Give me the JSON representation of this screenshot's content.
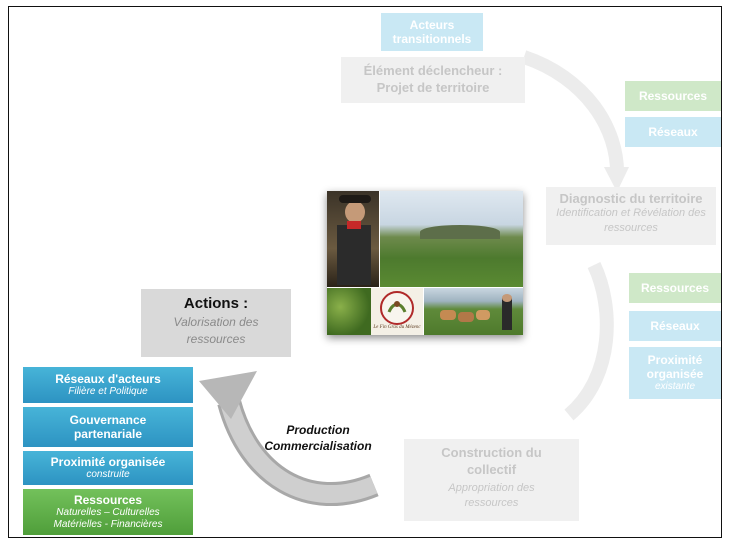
{
  "top": {
    "acteurs": "Acteurs transitionnels",
    "element_title": "Élément déclencheur :",
    "element_sub": "Projet de territoire"
  },
  "right_top": {
    "ressources": "Ressources",
    "reseaux": "Réseaux"
  },
  "diagnostic": {
    "title": "Diagnostic du territoire",
    "sub": "Identification et Révélation des ressources"
  },
  "right_mid": {
    "ressources": "Ressources",
    "reseaux": "Réseaux",
    "proximite": "Proximité organisée",
    "proximite_sub": "existante"
  },
  "construction": {
    "title": "Construction du collectif",
    "sub": "Appropriation des ressources"
  },
  "arrow_label": {
    "line1": "Production",
    "line2": "Commercialisation"
  },
  "actions": {
    "title": "Actions :",
    "sub": "Valorisation des ressources"
  },
  "left_stack": {
    "reseaux_title": "Réseaux d'acteurs",
    "reseaux_sub": "Filière et Politique",
    "gouvernance": "Gouvernance partenariale",
    "proximite_title": "Proximité organisée",
    "proximite_sub": "construite",
    "ressources_title": "Ressources",
    "ressources_sub1": "Naturelles – Culturelles",
    "ressources_sub2": "Matérielles - Financières"
  },
  "logo": {
    "text": "Le Fin Gras du Mézenc"
  },
  "colors": {
    "blue": "#2d93c2",
    "green": "#4f9e3a",
    "faded_blue": "#c9e8f4",
    "faded_green": "#cfe8c8",
    "grey": "#f0f0f0"
  }
}
